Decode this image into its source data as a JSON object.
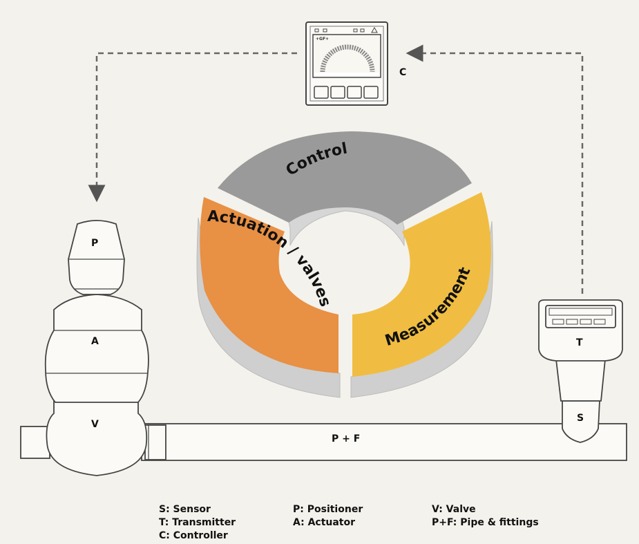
{
  "diagram": {
    "ring_segments": {
      "control": "Control",
      "actuation": "Actuation / valves",
      "measurement": "Measurement"
    },
    "component_labels": {
      "controller": "C",
      "positioner": "P",
      "actuator": "A",
      "valve": "V",
      "transmitter": "T",
      "sensor": "S",
      "pipe": "P + F"
    },
    "controller_display_brand": "+GF+"
  },
  "legend": {
    "col1": [
      "S: Sensor",
      "T: Transmitter",
      "C: Controller"
    ],
    "col2": [
      "P: Positioner",
      "A: Actuator"
    ],
    "col3": [
      "V: Valve",
      "P+F: Pipe & fittings"
    ]
  },
  "colors": {
    "background": "#f4f2ec",
    "control": "#9a9a9a",
    "actuation": "#e89044",
    "measurement": "#f0bd42",
    "ring_side": "#cfcfcf",
    "outline": "#444444"
  }
}
